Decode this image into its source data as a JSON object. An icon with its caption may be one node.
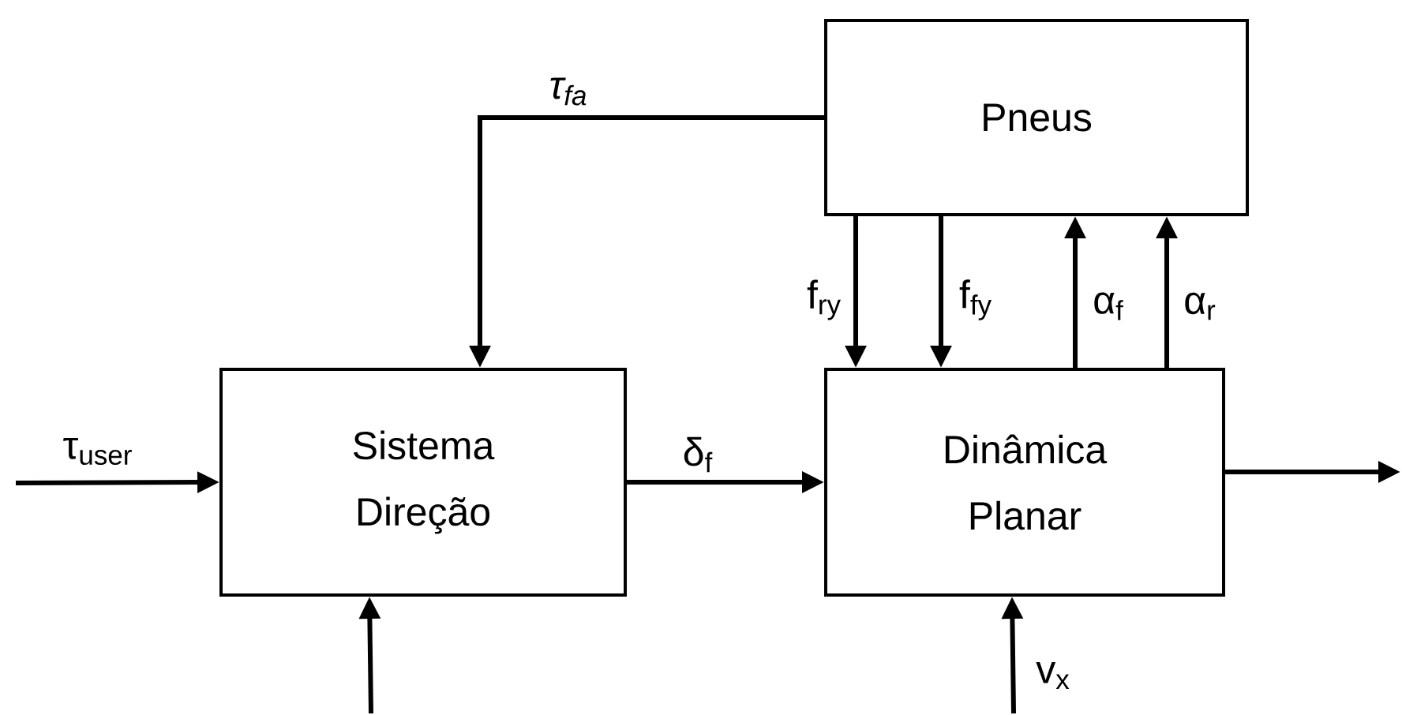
{
  "diagram": {
    "nodes": [
      {
        "text": [
          "Pneus"
        ]
      },
      {
        "text": [
          "Sistema Direção"
        ]
      },
      {
        "text": [
          "Dinâmica Planar"
        ]
      }
    ],
    "edges": [
      {
        "from": 0,
        "to": 1,
        "arrow": "to",
        "label": "τ$_{fa}$"
      },
      {
        "from": null,
        "to": 1,
        "arrow": "to",
        "label": "τ$_{user}$"
      },
      {
        "from": 1,
        "to": 2,
        "arrow": "to",
        "label": "δ$_{f}$"
      },
      {
        "from": 0,
        "to": 2,
        "arrow": "to",
        "label": "f$_{ry}$"
      },
      {
        "from": 0,
        "to": 2,
        "arrow": "to",
        "label": "f$_{fy}$"
      },
      {
        "from": 2,
        "to": 0,
        "arrow": "to",
        "label": "α$_{f}$"
      },
      {
        "from": 2,
        "to": 0,
        "arrow": "to",
        "label": "α$_{r}$"
      },
      {
        "from": 2,
        "to": null,
        "arrow": "to"
      },
      {
        "from": null,
        "to": 1,
        "arrow": "to"
      },
      {
        "from": null,
        "to": 2,
        "arrow": "to",
        "label": "v$_{x}$"
      }
    ]
  }
}
